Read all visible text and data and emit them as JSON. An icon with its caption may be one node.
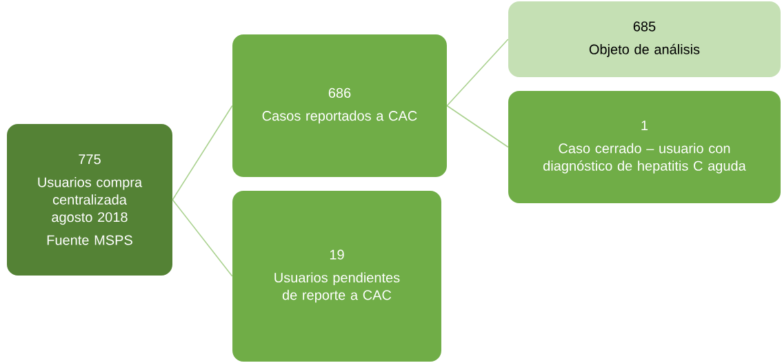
{
  "diagram": {
    "nodes": [
      {
        "text": [
          "775",
          "Usuarios compra centralizada agosto 2018",
          "Fuente MSPS"
        ]
      },
      {
        "text": [
          "686",
          "Casos reportados a CAC"
        ]
      },
      {
        "text": [
          "19",
          "Usuarios pendientes de reporte a CAC"
        ]
      },
      {
        "text": [
          "685",
          "Objeto de análisis"
        ]
      },
      {
        "text": [
          "1",
          "Caso cerrado – usuario con diagnóstico de hepatitis C aguda"
        ]
      }
    ],
    "edges": [
      {
        "from": 0,
        "to": 1,
        "arrow": "none"
      },
      {
        "from": 0,
        "to": 2,
        "arrow": "none"
      },
      {
        "from": 1,
        "to": 3,
        "arrow": "none"
      },
      {
        "from": 1,
        "to": 4,
        "arrow": "none"
      }
    ]
  }
}
